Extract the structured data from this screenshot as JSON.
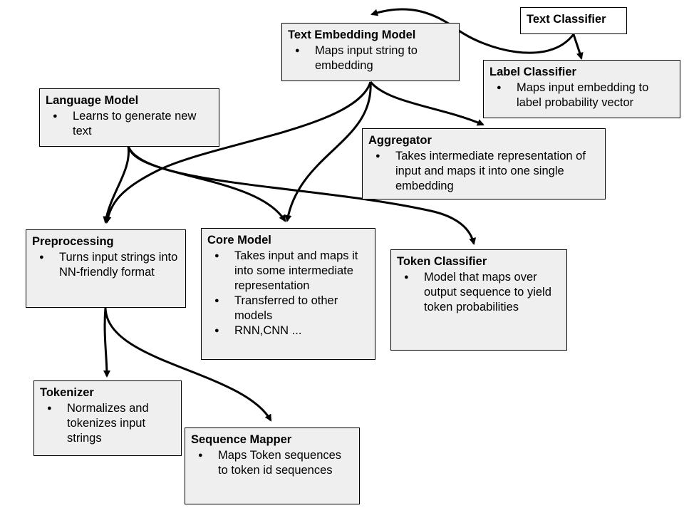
{
  "nodes": {
    "text_classifier": {
      "title": "Text Classifier",
      "bullets": []
    },
    "text_embedding_model": {
      "title": "Text Embedding Model",
      "bullets": [
        "Maps input string to embedding"
      ]
    },
    "label_classifier": {
      "title": "Label Classifier",
      "bullets": [
        "Maps input embedding to label probability vector"
      ]
    },
    "language_model": {
      "title": "Language Model",
      "bullets": [
        "Learns to generate new text"
      ]
    },
    "aggregator": {
      "title": "Aggregator",
      "bullets": [
        "Takes intermediate representation of input and maps it into one single embedding"
      ]
    },
    "preprocessing": {
      "title": "Preprocessing",
      "bullets": [
        "Turns input strings into NN-friendly format"
      ]
    },
    "core_model": {
      "title": "Core Model",
      "bullets": [
        "Takes input and maps it into some intermediate representation",
        "Transferred to other models",
        "RNN,CNN ..."
      ]
    },
    "token_classifier": {
      "title": "Token Classifier",
      "bullets": [
        "Model that maps over output sequence to yield token probabilities"
      ]
    },
    "tokenizer": {
      "title": "Tokenizer",
      "bullets": [
        "Normalizes and tokenizes input strings"
      ]
    },
    "sequence_mapper": {
      "title": "Sequence Mapper",
      "bullets": [
        "Maps Token sequences to token id sequences"
      ]
    }
  },
  "edges": [
    {
      "from": "text_classifier",
      "to": "text_embedding_model"
    },
    {
      "from": "text_classifier",
      "to": "label_classifier"
    },
    {
      "from": "text_embedding_model",
      "to": "aggregator"
    },
    {
      "from": "text_embedding_model",
      "to": "core_model"
    },
    {
      "from": "text_embedding_model",
      "to": "preprocessing"
    },
    {
      "from": "language_model",
      "to": "preprocessing"
    },
    {
      "from": "language_model",
      "to": "core_model"
    },
    {
      "from": "language_model",
      "to": "token_classifier"
    },
    {
      "from": "preprocessing",
      "to": "tokenizer"
    },
    {
      "from": "preprocessing",
      "to": "sequence_mapper"
    }
  ],
  "colors": {
    "box_fill": "#efefef",
    "box_fill_plain": "#ffffff",
    "stroke": "#000000"
  }
}
